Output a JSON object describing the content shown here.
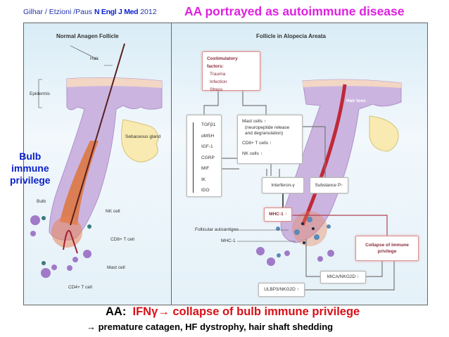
{
  "header": {
    "authors": "Gilhar / Etzioni /Paus",
    "journal": "N Engl J Med",
    "year": "2012",
    "title": "AA portrayed as autoimmune disease"
  },
  "left_panel": {
    "title": "Normal Anagen Follicle",
    "labels": {
      "hair": "Hair",
      "epidermis": "Epidermis",
      "sebaceous": "Sebaceous gland",
      "bulb": "Bulb",
      "nk": "NK cell",
      "cd8": "CD8+ T cell",
      "mast": "Mast cell",
      "cd4": "CD4+ T cell"
    },
    "overlay": [
      "Bulb",
      "immune",
      "privilege"
    ]
  },
  "right_panel": {
    "title": "Follicle in Alopecia Areata",
    "hair_loss": "Hair loss",
    "costim": {
      "title": "Costimulatory factors:",
      "items": [
        "Trauma",
        "Infection",
        "Stress"
      ]
    },
    "factors": [
      "TGFβ1",
      "αMSH",
      "IGF-1",
      "CGRP",
      "MIF",
      "IK",
      "IDO"
    ],
    "cells": [
      "Mast cells ↑",
      "(neuropeptide release",
      "and degranulation)",
      "CD8+ T cells ↑",
      "NK cells ↑"
    ],
    "interferon": "Interferon-γ",
    "substance_p": "Substance P↑",
    "mhc_box": "MHC-1 ↑",
    "autoantigen": "Follicular autoantigen",
    "mhc_label": "MHC-1",
    "collapse": "Collapse of immune privilege",
    "mica": "MICA/NKG2D ↑",
    "ulbp": "ULBP3/NKG2D ↑"
  },
  "footer": {
    "aa": "AA:",
    "ifn": "IFNγ→ collapse of bulb immune privilege",
    "line2": "→ premature catagen, HF dystrophy, hair shaft shedding"
  }
}
